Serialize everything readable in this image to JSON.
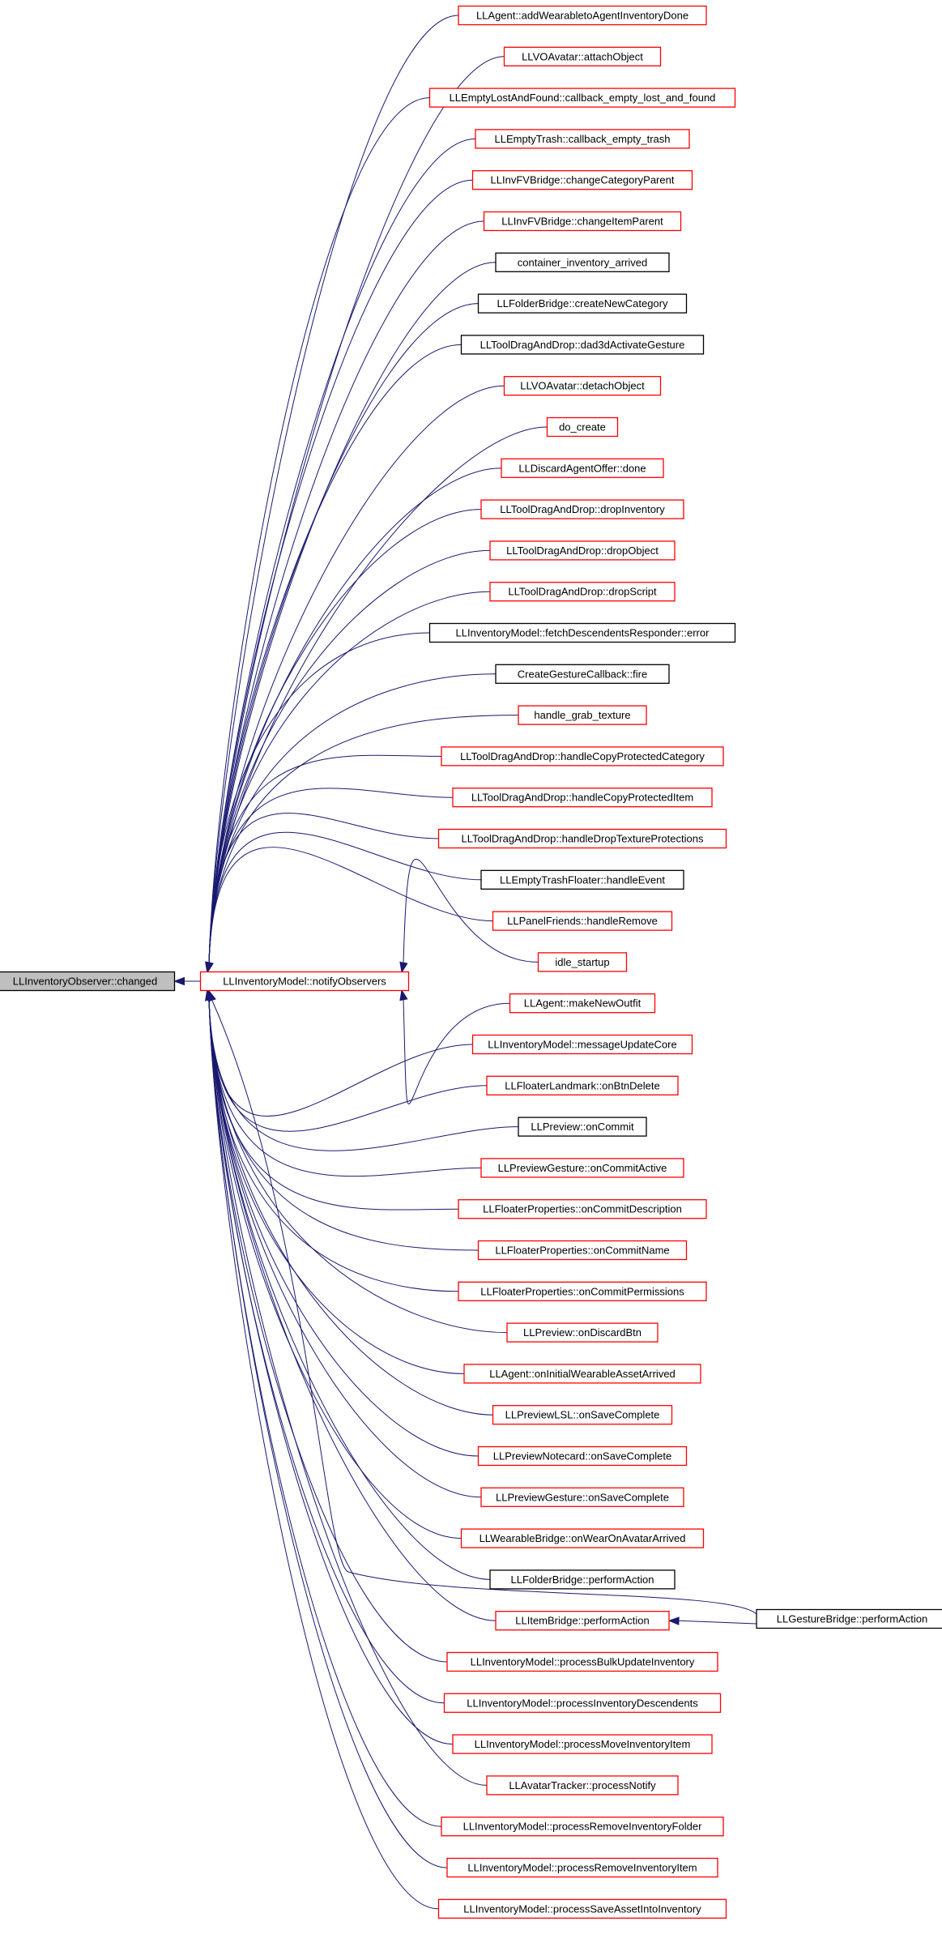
{
  "root": {
    "label": "LLInventoryObserver::changed",
    "fill": "#bfbfbf",
    "border": "#000000"
  },
  "hub": {
    "label": "LLInventoryModel::notifyObservers",
    "border": "#ff0000"
  },
  "callers": [
    {
      "label": "LLAgent::addWearabletoAgentInventoryDone",
      "border": "#ff0000"
    },
    {
      "label": "LLVOAvatar::attachObject",
      "border": "#ff0000"
    },
    {
      "label": "LLEmptyLostAndFound::callback_empty_lost_and_found",
      "border": "#ff0000"
    },
    {
      "label": "LLEmptyTrash::callback_empty_trash",
      "border": "#ff0000"
    },
    {
      "label": "LLInvFVBridge::changeCategoryParent",
      "border": "#ff0000"
    },
    {
      "label": "LLInvFVBridge::changeItemParent",
      "border": "#ff0000"
    },
    {
      "label": "container_inventory_arrived",
      "border": "#000000"
    },
    {
      "label": "LLFolderBridge::createNewCategory",
      "border": "#000000"
    },
    {
      "label": "LLToolDragAndDrop::dad3dActivateGesture",
      "border": "#000000"
    },
    {
      "label": "LLVOAvatar::detachObject",
      "border": "#ff0000"
    },
    {
      "label": "do_create",
      "border": "#ff0000"
    },
    {
      "label": "LLDiscardAgentOffer::done",
      "border": "#ff0000"
    },
    {
      "label": "LLToolDragAndDrop::dropInventory",
      "border": "#ff0000"
    },
    {
      "label": "LLToolDragAndDrop::dropObject",
      "border": "#ff0000"
    },
    {
      "label": "LLToolDragAndDrop::dropScript",
      "border": "#ff0000"
    },
    {
      "label": "LLInventoryModel::fetchDescendentsResponder::error",
      "border": "#000000"
    },
    {
      "label": "CreateGestureCallback::fire",
      "border": "#000000"
    },
    {
      "label": "handle_grab_texture",
      "border": "#ff0000"
    },
    {
      "label": "LLToolDragAndDrop::handleCopyProtectedCategory",
      "border": "#ff0000"
    },
    {
      "label": "LLToolDragAndDrop::handleCopyProtectedItem",
      "border": "#ff0000"
    },
    {
      "label": "LLToolDragAndDrop::handleDropTextureProtections",
      "border": "#ff0000"
    },
    {
      "label": "LLEmptyTrashFloater::handleEvent",
      "border": "#000000"
    },
    {
      "label": "LLPanelFriends::handleRemove",
      "border": "#ff0000"
    },
    {
      "label": "idle_startup",
      "border": "#ff0000"
    },
    {
      "label": "LLAgent::makeNewOutfit",
      "border": "#ff0000"
    },
    {
      "label": "LLInventoryModel::messageUpdateCore",
      "border": "#ff0000"
    },
    {
      "label": "LLFloaterLandmark::onBtnDelete",
      "border": "#ff0000"
    },
    {
      "label": "LLPreview::onCommit",
      "border": "#000000"
    },
    {
      "label": "LLPreviewGesture::onCommitActive",
      "border": "#ff0000"
    },
    {
      "label": "LLFloaterProperties::onCommitDescription",
      "border": "#ff0000"
    },
    {
      "label": "LLFloaterProperties::onCommitName",
      "border": "#ff0000"
    },
    {
      "label": "LLFloaterProperties::onCommitPermissions",
      "border": "#ff0000"
    },
    {
      "label": "LLPreview::onDiscardBtn",
      "border": "#ff0000"
    },
    {
      "label": "LLAgent::onInitialWearableAssetArrived",
      "border": "#ff0000"
    },
    {
      "label": "LLPreviewLSL::onSaveComplete",
      "border": "#ff0000"
    },
    {
      "label": "LLPreviewNotecard::onSaveComplete",
      "border": "#ff0000"
    },
    {
      "label": "LLPreviewGesture::onSaveComplete",
      "border": "#ff0000"
    },
    {
      "label": "LLWearableBridge::onWearOnAvatarArrived",
      "border": "#ff0000"
    },
    {
      "label": "LLFolderBridge::performAction",
      "border": "#000000"
    },
    {
      "label": "LLItemBridge::performAction",
      "border": "#ff0000"
    },
    {
      "label": "LLInventoryModel::processBulkUpdateInventory",
      "border": "#ff0000"
    },
    {
      "label": "LLInventoryModel::processInventoryDescendents",
      "border": "#ff0000"
    },
    {
      "label": "LLInventoryModel::processMoveInventoryItem",
      "border": "#ff0000"
    },
    {
      "label": "LLAvatarTracker::processNotify",
      "border": "#ff0000"
    },
    {
      "label": "LLInventoryModel::processRemoveInventoryFolder",
      "border": "#ff0000"
    },
    {
      "label": "LLInventoryModel::processRemoveInventoryItem",
      "border": "#ff0000"
    },
    {
      "label": "LLInventoryModel::processSaveAssetIntoInventory",
      "border": "#ff0000"
    }
  ],
  "far": {
    "label": "LLGestureBridge::performAction",
    "border": "#000000"
  },
  "edge_color": "#191970"
}
